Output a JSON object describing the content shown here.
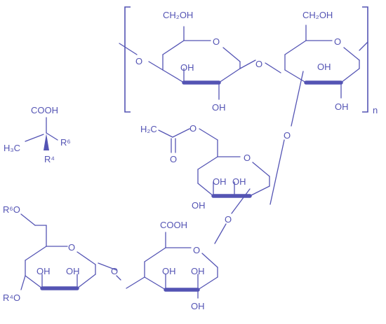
{
  "diagram": {
    "colors": {
      "ink": "#5454b4",
      "background": "#ffffff"
    },
    "labels": {
      "ch2oh": "CH₂OH",
      "oh": "OH",
      "o": "O",
      "n": "n",
      "cooh": "COOH",
      "h3c": "H₃C",
      "r6": "R⁶",
      "r4": "R⁴",
      "h2c": "H₂C",
      "r6o": "R⁶O",
      "r4o": "R⁴O"
    }
  }
}
